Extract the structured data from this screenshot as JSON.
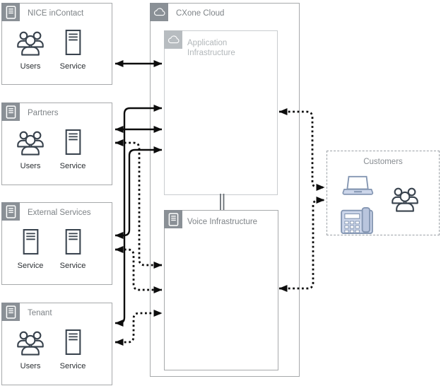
{
  "diagram": {
    "nodes": {
      "nice_incontact": {
        "title": "NICE inContact",
        "header_icon": "server-icon",
        "items": [
          {
            "icon": "users-icon",
            "label": "Users"
          },
          {
            "icon": "service-icon",
            "label": "Service"
          }
        ]
      },
      "partners": {
        "title": "Partners",
        "header_icon": "server-icon",
        "items": [
          {
            "icon": "users-icon",
            "label": "Users"
          },
          {
            "icon": "service-icon",
            "label": "Service"
          }
        ]
      },
      "external_services": {
        "title": "External Services",
        "header_icon": "server-icon",
        "items": [
          {
            "icon": "service-icon",
            "label": "Service"
          },
          {
            "icon": "service-icon",
            "label": "Service"
          }
        ]
      },
      "tenant": {
        "title": "Tenant",
        "header_icon": "server-icon",
        "items": [
          {
            "icon": "users-icon",
            "label": "Users"
          },
          {
            "icon": "service-icon",
            "label": "Service"
          }
        ]
      },
      "cxone_cloud": {
        "title": "CXone Cloud",
        "header_icon": "cloud-icon"
      },
      "application_infrastructure": {
        "title": "Application Infrastructure",
        "header_icon": "cloud-icon"
      },
      "voice_infrastructure": {
        "title": "Voice Infrastructure",
        "header_icon": "server-icon"
      },
      "customers": {
        "title": "Customers",
        "icons": [
          "laptop-icon",
          "desk-phone-icon",
          "users-icon"
        ]
      }
    },
    "connections": [
      {
        "from": "nice_incontact",
        "to": "application_infrastructure",
        "style": "solid",
        "arrows": "both"
      },
      {
        "from": "partners",
        "to": "application_infrastructure",
        "style": "solid",
        "arrows": "both"
      },
      {
        "from": "tenant",
        "to": "application_infrastructure",
        "style": "solid",
        "arrows": "both"
      },
      {
        "from": "external_services",
        "to": "application_infrastructure",
        "style": "solid",
        "arrows": "both"
      },
      {
        "from": "partners",
        "to": "voice_infrastructure",
        "style": "dotted",
        "arrows": "both"
      },
      {
        "from": "external_services",
        "to": "voice_infrastructure",
        "style": "dotted",
        "arrows": "both"
      },
      {
        "from": "tenant",
        "to": "voice_infrastructure",
        "style": "dotted",
        "arrows": "both"
      },
      {
        "from": "application_infrastructure",
        "to": "customers",
        "style": "dotted",
        "arrows": "both"
      },
      {
        "from": "voice_infrastructure",
        "to": "customers",
        "style": "dotted",
        "arrows": "both"
      },
      {
        "from": "application_infrastructure",
        "to": "voice_infrastructure",
        "style": "double-line",
        "arrows": "none"
      }
    ],
    "colors": {
      "box_border": "#a7a9ab",
      "light_box_border": "#c9cccf",
      "header_square": "#8a9096",
      "header_square_light": "#b7bcc0",
      "title_text": "#7e8387",
      "title_text_light": "#b2b7ba",
      "label_text": "#2b2f33",
      "icon_outline": "#39434e",
      "device_fill": "#ccd6ea",
      "device_outline": "#8496b2",
      "arrow": "#0d0d0d"
    }
  }
}
